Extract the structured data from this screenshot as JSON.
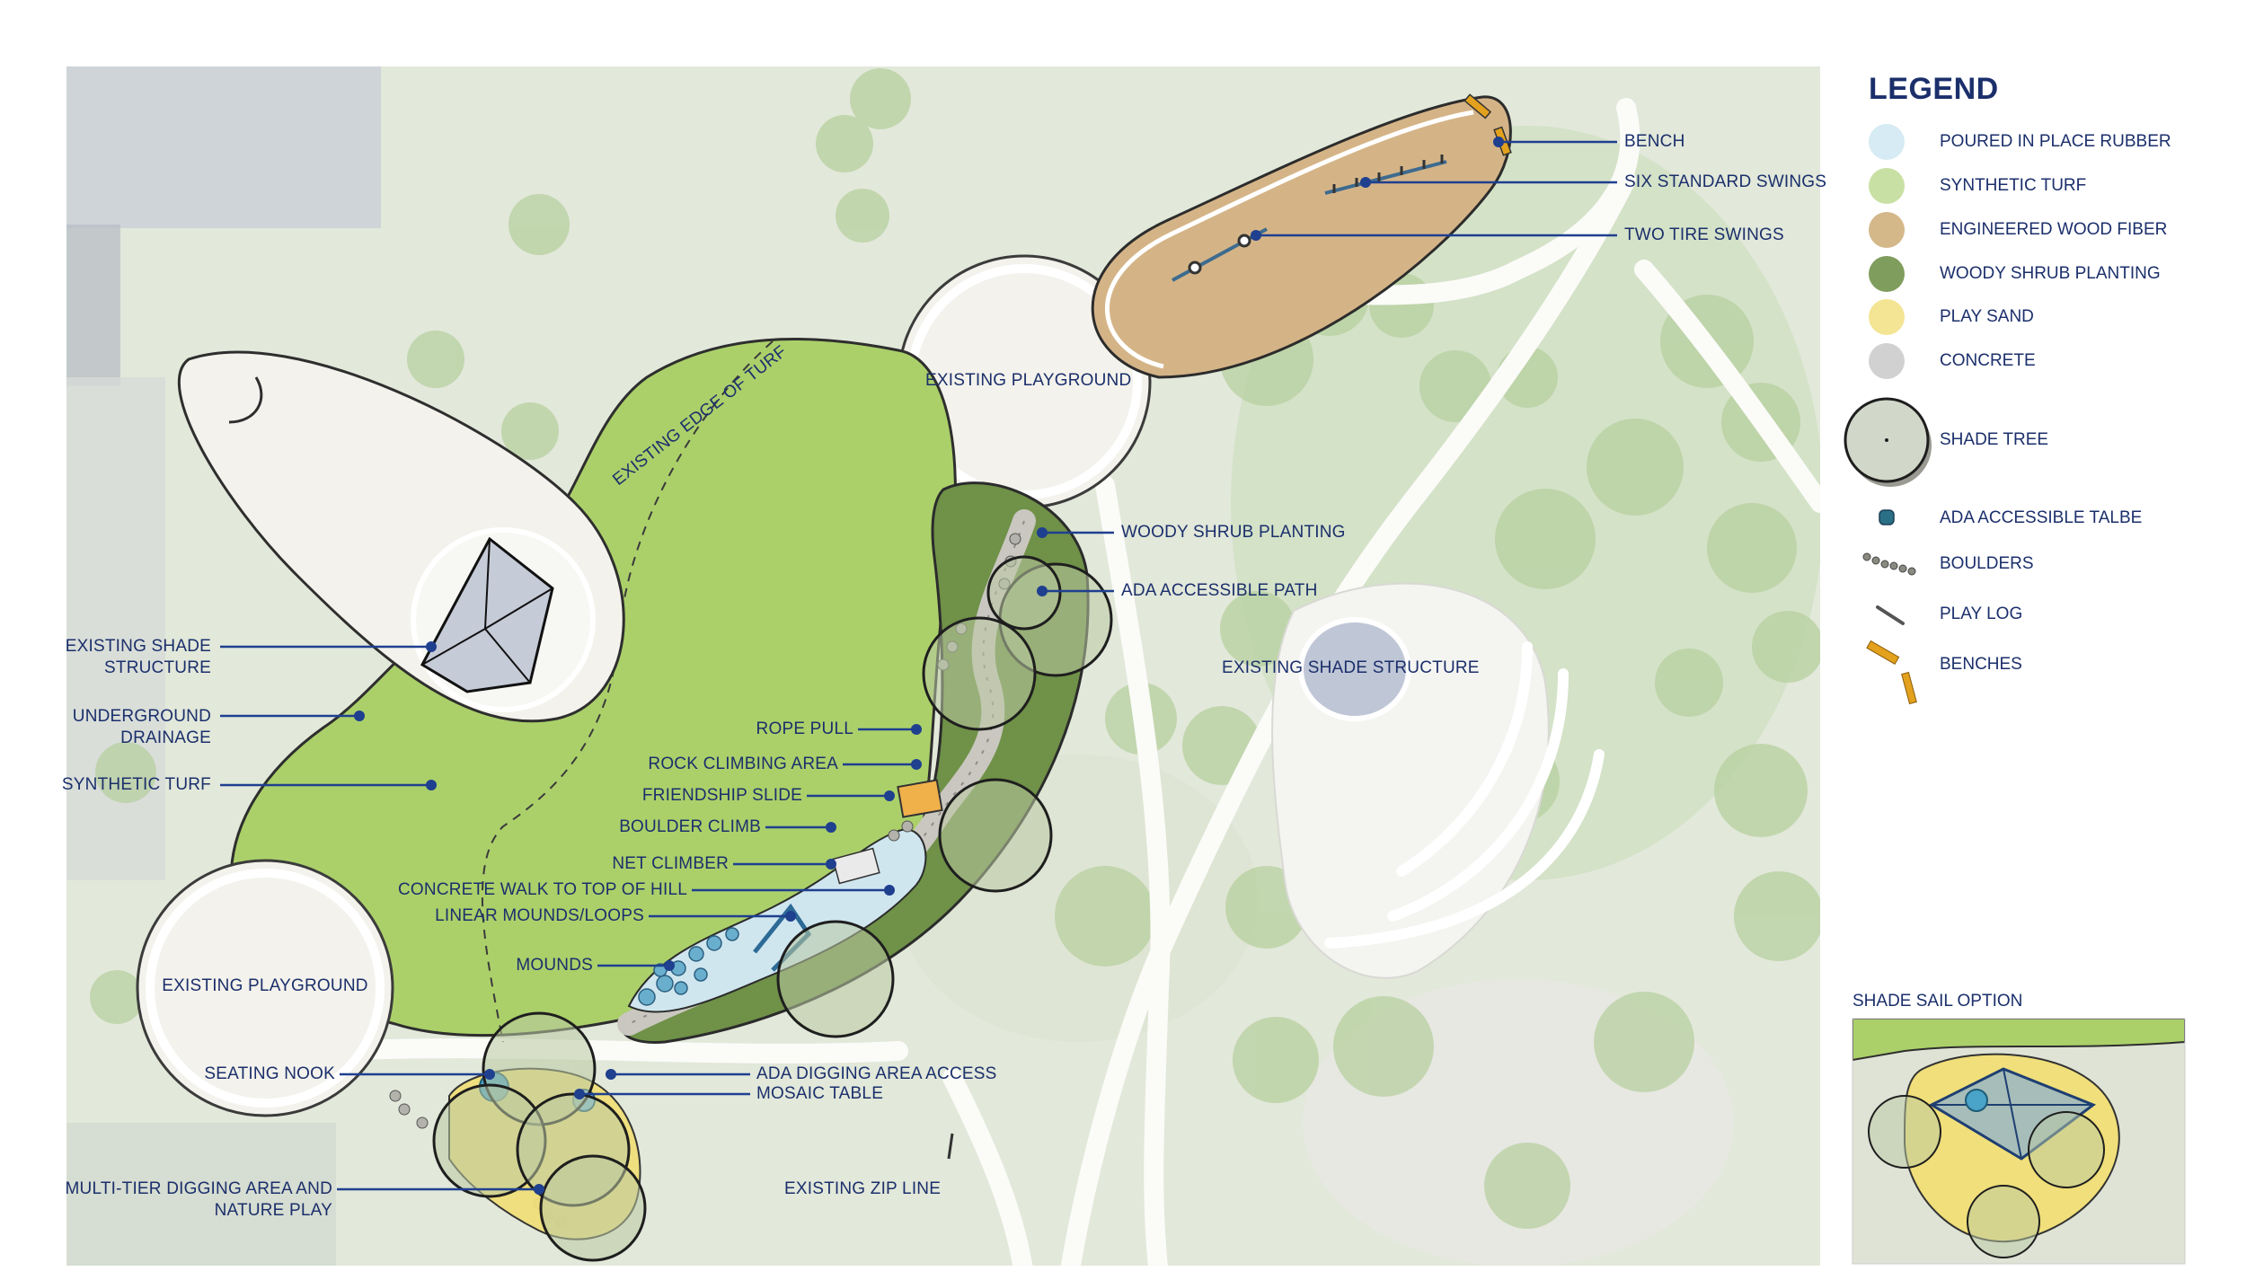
{
  "legend": {
    "title": "LEGEND",
    "items": [
      {
        "label": "POURED IN PLACE RUBBER",
        "color": "#d6ebf3",
        "symbol": "circle"
      },
      {
        "label": "SYNTHETIC TURF",
        "color": "#c9e0a4",
        "symbol": "circle"
      },
      {
        "label": "ENGINEERED WOOD FIBER",
        "color": "#d4b88a",
        "symbol": "circle"
      },
      {
        "label": "WOODY SHRUB PLANTING",
        "color": "#7f9d5c",
        "symbol": "circle"
      },
      {
        "label": "PLAY SAND",
        "color": "#f3e594",
        "symbol": "circle"
      },
      {
        "label": "CONCRETE",
        "color": "#d1d1d1",
        "symbol": "circle"
      },
      {
        "label": "SHADE TREE",
        "color": "#d2d8c9",
        "symbol": "tree"
      },
      {
        "label": "ADA ACCESSIBLE TALBE",
        "color": "#2a6f86",
        "symbol": "table"
      },
      {
        "label": "BOULDERS",
        "color": "#8a8a80",
        "symbol": "boulders"
      },
      {
        "label": "PLAY LOG",
        "color": "#555555",
        "symbol": "log"
      },
      {
        "label": "BENCHES",
        "color": "#e3a11d",
        "symbol": "benches"
      }
    ]
  },
  "labels": {
    "bench": "BENCH",
    "six_swings": "SIX STANDARD SWINGS",
    "tire_swings": "TWO TIRE SWINGS",
    "existing_playground_top": "EXISTING PLAYGROUND",
    "existing_edge_turf": "EXISTING EDGE OF TURF",
    "woody_shrub": "WOODY SHRUB PLANTING",
    "ada_path": "ADA ACCESSIBLE PATH",
    "existing_shade_structure_right": "EXISTING SHADE STRUCTURE",
    "existing_shade_structure_left_1": "EXISTING SHADE",
    "existing_shade_structure_left_2": "STRUCTURE",
    "underground_drainage_1": "UNDERGROUND",
    "underground_drainage_2": "DRAINAGE",
    "synthetic_turf": "SYNTHETIC TURF",
    "rope_pull": "ROPE PULL",
    "rock_climbing": "ROCK CLIMBING AREA",
    "friendship_slide": "FRIENDSHIP SLIDE",
    "boulder_climb": "BOULDER CLIMB",
    "net_climber": "NET CLIMBER",
    "concrete_walk": "CONCRETE WALK TO TOP OF HILL",
    "linear_mounds": "LINEAR MOUNDS/LOOPS",
    "mounds": "MOUNDS",
    "existing_playground_left": "EXISTING PLAYGROUND",
    "seating_nook": "SEATING NOOK",
    "ada_digging": "ADA DIGGING AREA ACCESS",
    "mosaic_table": "MOSAIC TABLE",
    "multi_tier_1": "MULTI-TIER DIGGING AREA AND",
    "multi_tier_2": "NATURE PLAY",
    "existing_zip_line": "EXISTING ZIP LINE"
  },
  "inset": {
    "title": "SHADE SAIL OPTION"
  },
  "colors": {
    "label_text": "#1b2f6b",
    "leader_dot": "#1f3f8f",
    "turf": "#a9cf6a",
    "wood_fiber": "#cfae7c",
    "shrub": "#6f9249",
    "rubber": "#cfe6ef",
    "sand": "#f0df7a",
    "concrete": "#e9e7e0",
    "aerial_bg": "#dfe6d7"
  }
}
